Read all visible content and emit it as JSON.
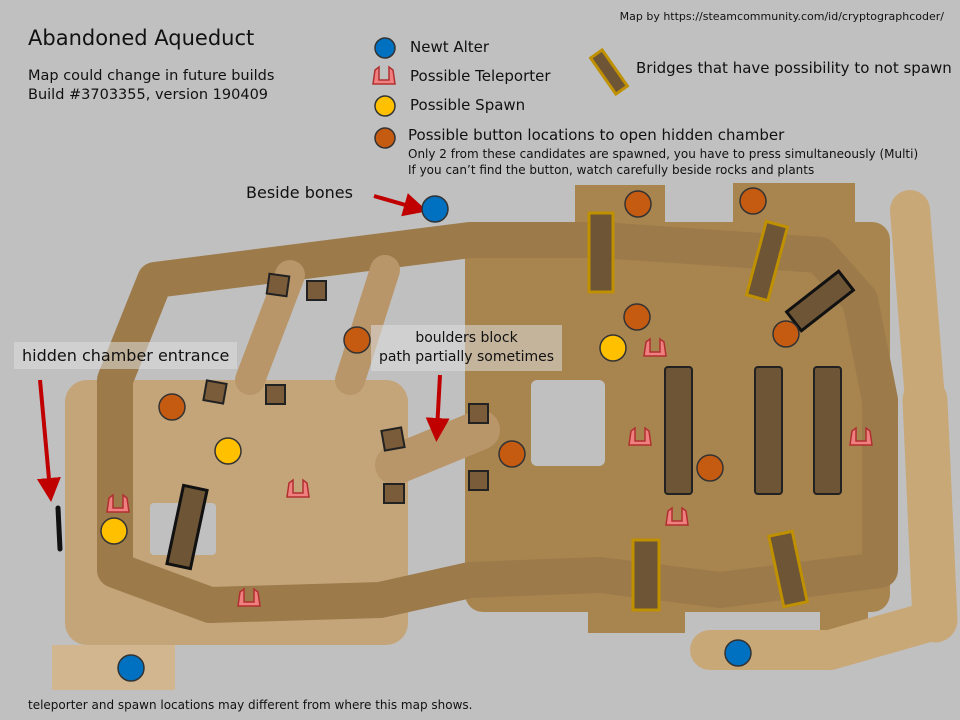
{
  "header": {
    "title": "Abandoned Aqueduct",
    "subtitle_line1": "Map could change in future builds",
    "subtitle_line2": "Build #3703355, version 190409",
    "credit": "Map by https://steamcommunity.com/id/cryptographcoder/"
  },
  "legend": {
    "newt_alter": "Newt Alter",
    "teleporter": "Possible Teleporter",
    "spawn": "Possible Spawn",
    "button": "Possible button locations to open hidden chamber",
    "button_note1": "Only 2 from these candidates are spawned,  you have to press simultaneously (Multi)",
    "button_note2": "If you can’t find the button, watch carefully  beside rocks and plants",
    "bridges": "Bridges that have possibility to not spawn"
  },
  "annotations": {
    "beside_bones": "Beside bones",
    "hidden_chamber": "hidden chamber entrance",
    "boulders_line1": "boulders block",
    "boulders_line2": "path partially sometimes"
  },
  "footer": "teleporter and spawn locations may different from where this map shows.",
  "colors": {
    "background": "#c0c0c0",
    "newt_alter": "#0070c0",
    "spawn": "#ffc000",
    "button": "#c55a11",
    "teleporter": "#e06060",
    "bridge": "#6e5535",
    "bridge_optional_outline": "#bf9000",
    "arrow": "#c00000"
  }
}
